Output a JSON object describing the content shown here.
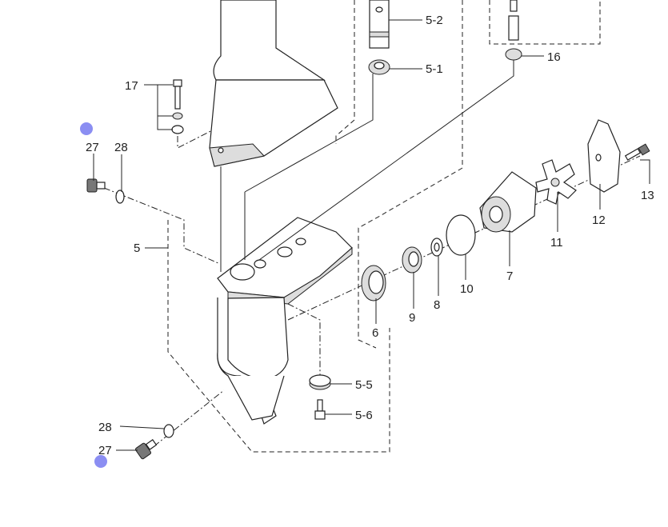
{
  "diagram": {
    "labels": {
      "l_5_2": "5-2",
      "l_5_1": "5-1",
      "l_16": "16",
      "l_17": "17",
      "l_27_top": "27",
      "l_28_top": "28",
      "l_13": "13",
      "l_12": "12",
      "l_11": "11",
      "l_5": "5",
      "l_7": "7",
      "l_10": "10",
      "l_8": "8",
      "l_9": "9",
      "l_6": "6",
      "l_5_5": "5-5",
      "l_5_6": "5-6",
      "l_28_bot": "28",
      "l_27_bot": "27"
    },
    "marker_color": "#8b8ef2"
  }
}
